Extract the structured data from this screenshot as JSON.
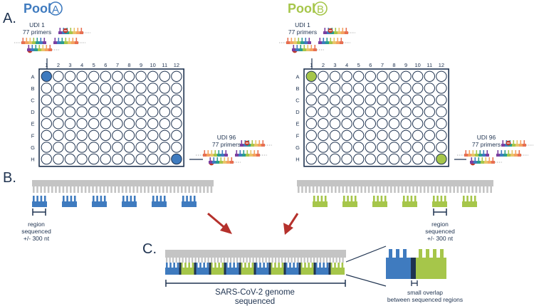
{
  "colors": {
    "pool_a": "#3f7bbf",
    "pool_b": "#a6c64a",
    "navy": "#1f3350",
    "genome_gray": "#c4c4c4",
    "arrow_red": "#b5312c"
  },
  "panel_labels": {
    "a": "A.",
    "b": "B.",
    "c": "C."
  },
  "pools": [
    {
      "word": "Pool",
      "letter": "A",
      "udi_first": {
        "name": "UDI 1",
        "primers": "77 primers"
      },
      "udi_last": {
        "name": "UDI 96",
        "primers": "77 primers"
      },
      "filled_wells": [
        "A1",
        "H12"
      ]
    },
    {
      "word": "Pool",
      "letter": "B",
      "udi_first": {
        "name": "UDI 1",
        "primers": "77 primers"
      },
      "udi_last": {
        "name": "UDI 96",
        "primers": "77 primers"
      },
      "filled_wells": [
        "A1",
        "H12"
      ]
    }
  ],
  "plate": {
    "columns": [
      "1",
      "2",
      "3",
      "4",
      "5",
      "6",
      "7",
      "8",
      "9",
      "10",
      "11",
      "12"
    ],
    "rows": [
      "A",
      "B",
      "C",
      "D",
      "E",
      "F",
      "G",
      "H"
    ]
  },
  "region_label": [
    "region",
    "sequenced",
    "+/- 300 nt"
  ],
  "genome_label": [
    "SARS-CoV-2 genome",
    "sequenced"
  ],
  "overlap_label": [
    "small overlap",
    "between sequenced regions"
  ]
}
